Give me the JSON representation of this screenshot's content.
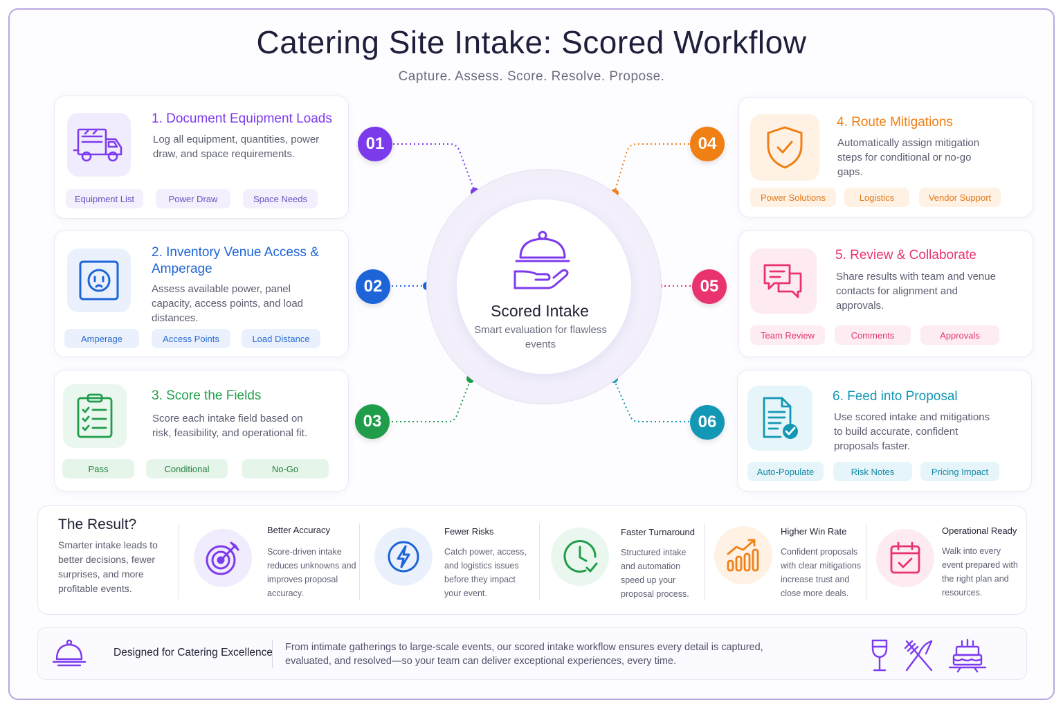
{
  "title": "Catering Site Intake: Scored Workflow",
  "subtitle": "Capture. Assess. Score. Resolve. Propose.",
  "hub": {
    "title": "Scored Intake",
    "subtitle": "Smart evaluation for flawless events",
    "icon": "cloche-hand-icon"
  },
  "steps": [
    {
      "number": "01",
      "title": "1. Document Equipment Loads",
      "description": "Log all equipment, quantities, power draw, and space requirements.",
      "icon": "food-truck-icon",
      "color": "#7c3aed",
      "tags": [
        "Equipment List",
        "Power Draw",
        "Space Needs"
      ]
    },
    {
      "number": "02",
      "title": "2. Inventory Venue Access & Amperage",
      "description": "Assess available power, panel capacity, access points, and load distances.",
      "icon": "power-outlet-icon",
      "color": "#1d64d8",
      "tags": [
        "Amperage",
        "Access Points",
        "Load Distance"
      ]
    },
    {
      "number": "03",
      "title": "3. Score the Fields",
      "description": "Score each intake field based on risk, feasibility, and operational fit.",
      "icon": "checklist-icon",
      "color": "#1f9d4a",
      "tags": [
        "Pass",
        "Conditional",
        "No-Go"
      ]
    },
    {
      "number": "04",
      "title": "4. Route Mitigations",
      "description": "Automatically assign mitigation steps for conditional or no-go gaps.",
      "icon": "shield-check-icon",
      "color": "#f07f14",
      "tags": [
        "Power Solutions",
        "Logistics",
        "Vendor Support"
      ]
    },
    {
      "number": "05",
      "title": "5. Review & Collaborate",
      "description": "Share results with team and venue contacts for alignment and approvals.",
      "icon": "chat-bubbles-icon",
      "color": "#e8336f",
      "tags": [
        "Team Review",
        "Comments",
        "Approvals"
      ]
    },
    {
      "number": "06",
      "title": "6. Feed into Proposal",
      "description": "Use scored intake and mitigations to build accurate, confident proposals faster.",
      "icon": "document-check-icon",
      "color": "#1297b4",
      "tags": [
        "Auto-Populate",
        "Risk Notes",
        "Pricing Impact"
      ]
    }
  ],
  "result": {
    "heading": "The Result?",
    "description": "Smarter intake leads to better decisions, fewer surprises, and more profitable events.",
    "benefits": [
      {
        "title": "Better Accuracy",
        "description": "Score-driven intake reduces unknowns and improves proposal accuracy.",
        "icon": "target-icon",
        "color": "#7c3aed"
      },
      {
        "title": "Fewer Risks",
        "description": "Catch power, access, and logistics issues before they impact your event.",
        "icon": "lightning-icon",
        "color": "#1d64d8"
      },
      {
        "title": "Faster Turnaround",
        "description": "Structured intake and automation speed up your proposal process.",
        "icon": "clock-check-icon",
        "color": "#1f9d4a"
      },
      {
        "title": "Higher Win Rate",
        "description": "Confident proposals with clear mitigations increase trust and close more deals.",
        "icon": "growth-chart-icon",
        "color": "#f07f14"
      },
      {
        "title": "Operational Ready",
        "description": "Walk into every event prepared with the right plan and resources.",
        "icon": "calendar-check-icon",
        "color": "#e8336f"
      }
    ]
  },
  "footer": {
    "heading": "Designed for Catering Excellence",
    "description": "From intimate gatherings to large-scale events, our scored intake workflow ensures every detail is captured, evaluated, and resolved—so your team can deliver exceptional experiences, every time.",
    "icons": [
      "cloche-icon",
      "wine-glass-icon",
      "utensils-icon",
      "cake-icon"
    ]
  }
}
